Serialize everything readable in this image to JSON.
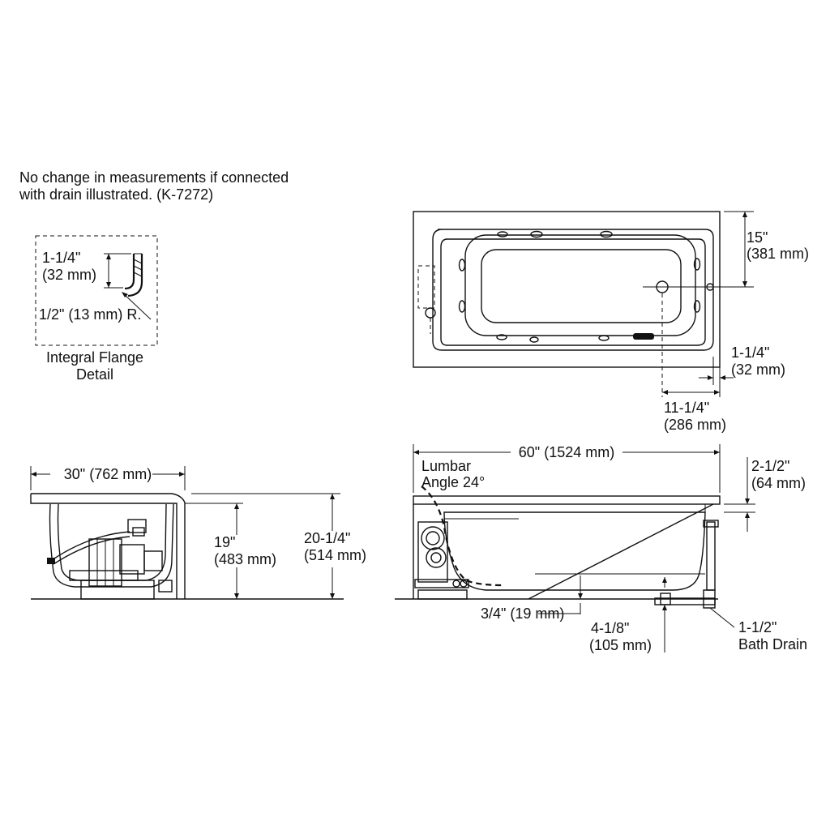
{
  "note": {
    "line1": "No change in measurements if connected",
    "line2": "with drain illustrated. (K-7272)"
  },
  "flange_detail": {
    "dim_a_1": "1-1/4\"",
    "dim_a_2": "(32 mm)",
    "radius": "1/2\" (13 mm) R.",
    "caption_1": "Integral Flange",
    "caption_2": "Detail"
  },
  "plan_view": {
    "dim_15_1": "15\"",
    "dim_15_2": "(381 mm)",
    "dim_114_1": "1-1/4\"",
    "dim_114_2": "(32 mm)",
    "dim_1114_1": "11-1/4\"",
    "dim_1114_2": "(286 mm)"
  },
  "end_view": {
    "width": "30\" (762 mm)",
    "dim_19_1": "19\"",
    "dim_19_2": "(483 mm)",
    "dim_2014_1": "20-1/4\"",
    "dim_2014_2": "(514 mm)"
  },
  "side_view": {
    "length": "60\" (1524 mm)",
    "lumbar_1": "Lumbar",
    "lumbar_2": "Angle 24°",
    "dim_212_1": "2-1/2\"",
    "dim_212_2": "(64 mm)",
    "dim_34": "3/4\" (19 mm)",
    "dim_418_1": "4-1/8\"",
    "dim_418_2": "(105 mm)",
    "drain_1": "1-1/2\"",
    "drain_2": "Bath Drain"
  }
}
